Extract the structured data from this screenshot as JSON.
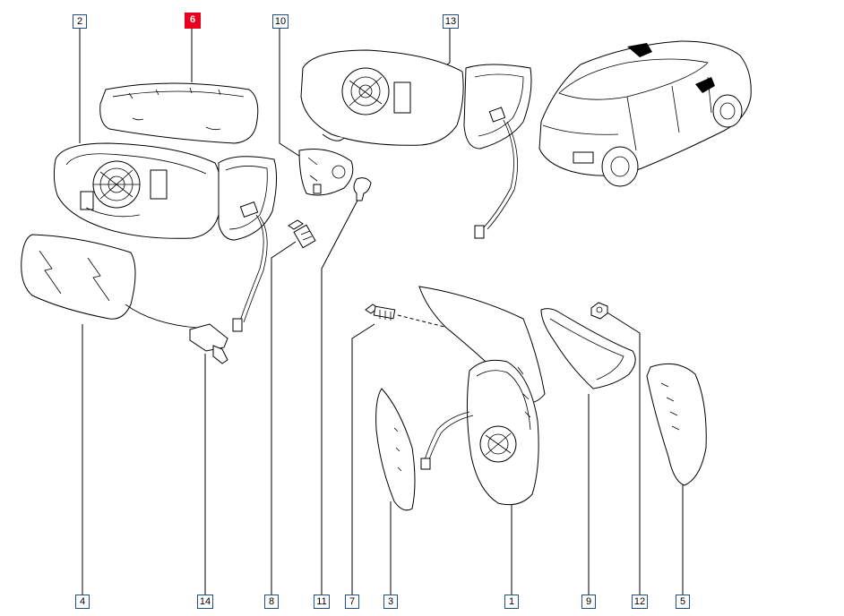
{
  "callouts": {
    "c2": "2",
    "c6": "6",
    "c10": "10",
    "c13": "13",
    "c4": "4",
    "c14": "14",
    "c8": "8",
    "c11": "11",
    "c7": "7",
    "c3": "3",
    "c1": "1",
    "c9": "9",
    "c12": "12",
    "c5": "5"
  },
  "colors": {
    "callout_border": "#1f4f8f",
    "highlight": "#e8001c",
    "line": "#000000"
  }
}
